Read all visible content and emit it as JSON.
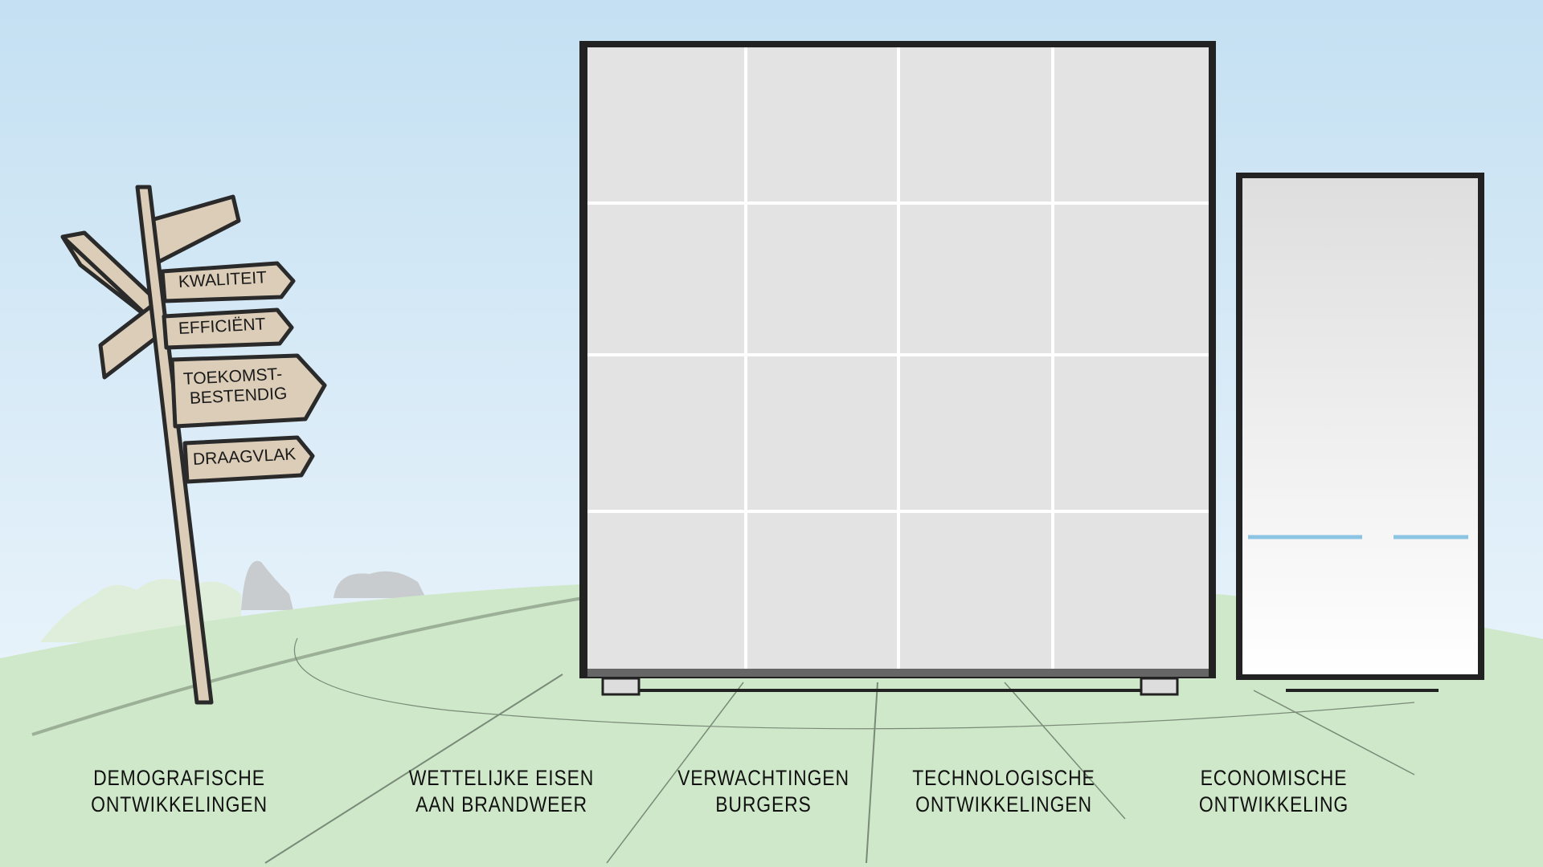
{
  "signpost": {
    "signs": [
      "Kwaliteit",
      "Efficiënt",
      "Toekomst-",
      "bestendig",
      "Draagvlak"
    ]
  },
  "labels": [
    {
      "line1": "Demografische",
      "line2": "ontwikkelingen"
    },
    {
      "line1": "Wettelijke eisen",
      "line2": "aan brandweer"
    },
    {
      "line1": "Verwachtingen",
      "line2": "burgers"
    },
    {
      "line1": "Technologische",
      "line2": "ontwikkelingen"
    },
    {
      "line1": "Economische",
      "line2": "ontwikkeling"
    }
  ],
  "colors": {
    "sky_top": "#c4e0f2",
    "sky_bottom": "#f2f8fd",
    "grass": "#cfe8c9",
    "board": "#e3e3e3",
    "wood": "#dccdb8",
    "accent_blue": "#8cc4e4"
  }
}
